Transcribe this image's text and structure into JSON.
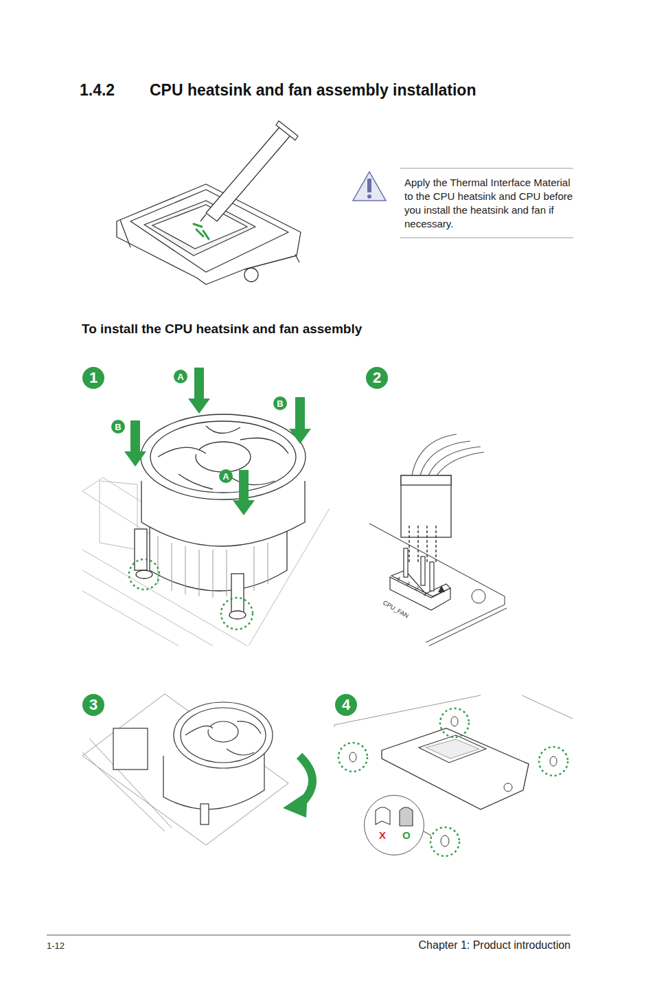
{
  "diagram": {
    "title": "CPU heatsink and fan assembly installation",
    "nodes": [
      {
        "text": [
          "1"
        ]
      },
      {
        "text": [
          "A"
        ]
      },
      {
        "text": [
          "2"
        ]
      },
      {
        "text": [
          "B"
        ]
      },
      {
        "text": [
          "B"
        ]
      },
      {
        "text": [
          "A"
        ]
      },
      {
        "text": [
          "3"
        ]
      },
      {
        "text": [
          "4"
        ]
      },
      {
        "text": [
          "X",
          "O"
        ]
      }
    ],
    "labels": [
      "1.4.2",
      "Apply the Thermal Interface Material to the CPU heatsink and CPU before you install the heatsink and fan if necessary.",
      "To install the CPU heatsink and fan assembly",
      "4",
      "3",
      "2",
      "1",
      "CPU_FAN",
      "1-12",
      "Chapter 1: Product introduction"
    ]
  }
}
